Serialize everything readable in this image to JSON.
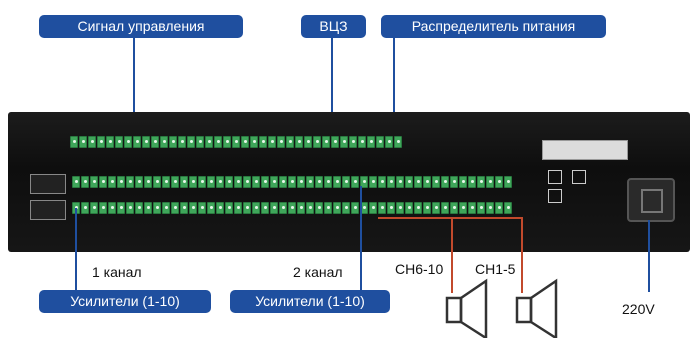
{
  "top_labels": {
    "control_signal": "Сигнал управления",
    "vcz": "ВЦЗ",
    "power_distributor": "Распределитель питания"
  },
  "bottom_labels": {
    "channel_1": "1 канал",
    "channel_2": "2 канал",
    "amplifiers_1": "Усилители (1-10)",
    "amplifiers_2": "Усилители (1-10)",
    "ch_6_10": "CH6-10",
    "ch_1_5": "CH1-5",
    "voltage": "220V"
  },
  "colors": {
    "callout_blue": "#1f4f9f",
    "terminal_green": "#3fa65a",
    "speaker_wire": "#c24a2c"
  },
  "icons": {
    "speaker_left": "speaker-icon",
    "speaker_right": "speaker-icon"
  }
}
